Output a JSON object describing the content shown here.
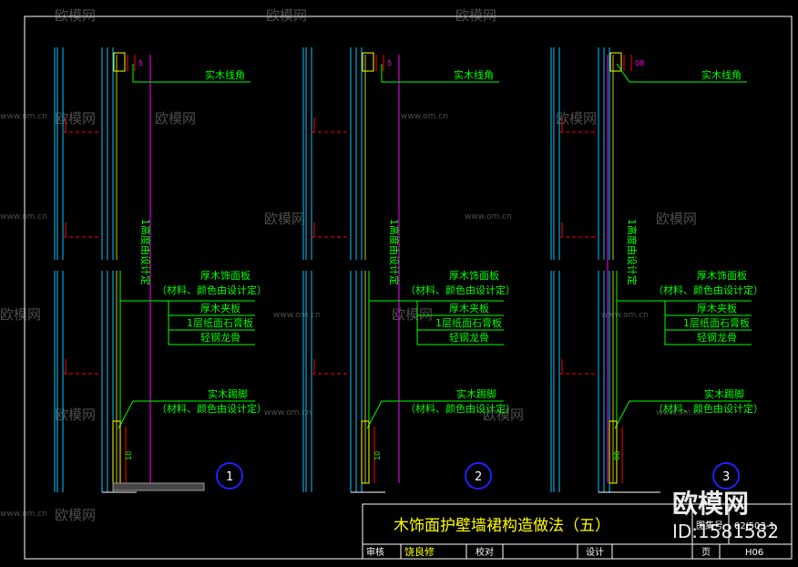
{
  "colors": {
    "background": "#000000",
    "frame": "#ffffff",
    "wall": "#00c8ff",
    "note": "#00ff00",
    "dim": "#ff0000",
    "guide": "#ff00ff",
    "marker": "#2020ff",
    "title": "#ffff00",
    "tag": "#ffffff"
  },
  "sections": [
    {
      "number": "1",
      "top_label": "实木线角",
      "height_label": "1高度由设计定",
      "panel_labels": [
        "厚木饰面板",
        "（材料、颜色由设计定）",
        "厚木夹板",
        "1层纸面石膏板",
        "轻钢龙骨"
      ],
      "base_labels": [
        "实木踢脚",
        "（材料、颜色由设计定）"
      ],
      "top_dim": "5",
      "base_dim": "10"
    },
    {
      "number": "2",
      "top_label": "实木线角",
      "height_label": "1高度由设计定",
      "panel_labels": [
        "厚木饰面板",
        "（材料、颜色由设计定）",
        "厚木夹板",
        "1层纸面石膏板",
        "轻钢龙骨"
      ],
      "base_labels": [
        "实木踢脚",
        "（材料、颜色由设计定）"
      ],
      "top_dim": "5",
      "base_dim": "10"
    },
    {
      "number": "3",
      "top_label": "实木线角",
      "height_label": "1高度由设计定",
      "panel_labels": [
        "厚木饰面板",
        "（材料、颜色由设计定）",
        "厚木夹板",
        "1层纸面石膏板",
        "轻钢龙骨"
      ],
      "base_labels": [
        "实木踢脚",
        "（材料、颜色由设计定）"
      ],
      "top_dim": "08",
      "base_dim": "08"
    }
  ],
  "title_block": {
    "title": "木饰面护壁墙裙构造做法（五）",
    "atlas_label": "图集号",
    "atlas_no": "02J503-1",
    "review_label": "审核",
    "review_name": "饶良修",
    "check_label": "校对",
    "design_label": "设计",
    "page_label": "页",
    "page_no": "H06"
  },
  "brand": {
    "name": "欧模网",
    "id": "ID:1581582",
    "watermark_text": "欧模网",
    "watermark_url": "www.om.cn"
  }
}
